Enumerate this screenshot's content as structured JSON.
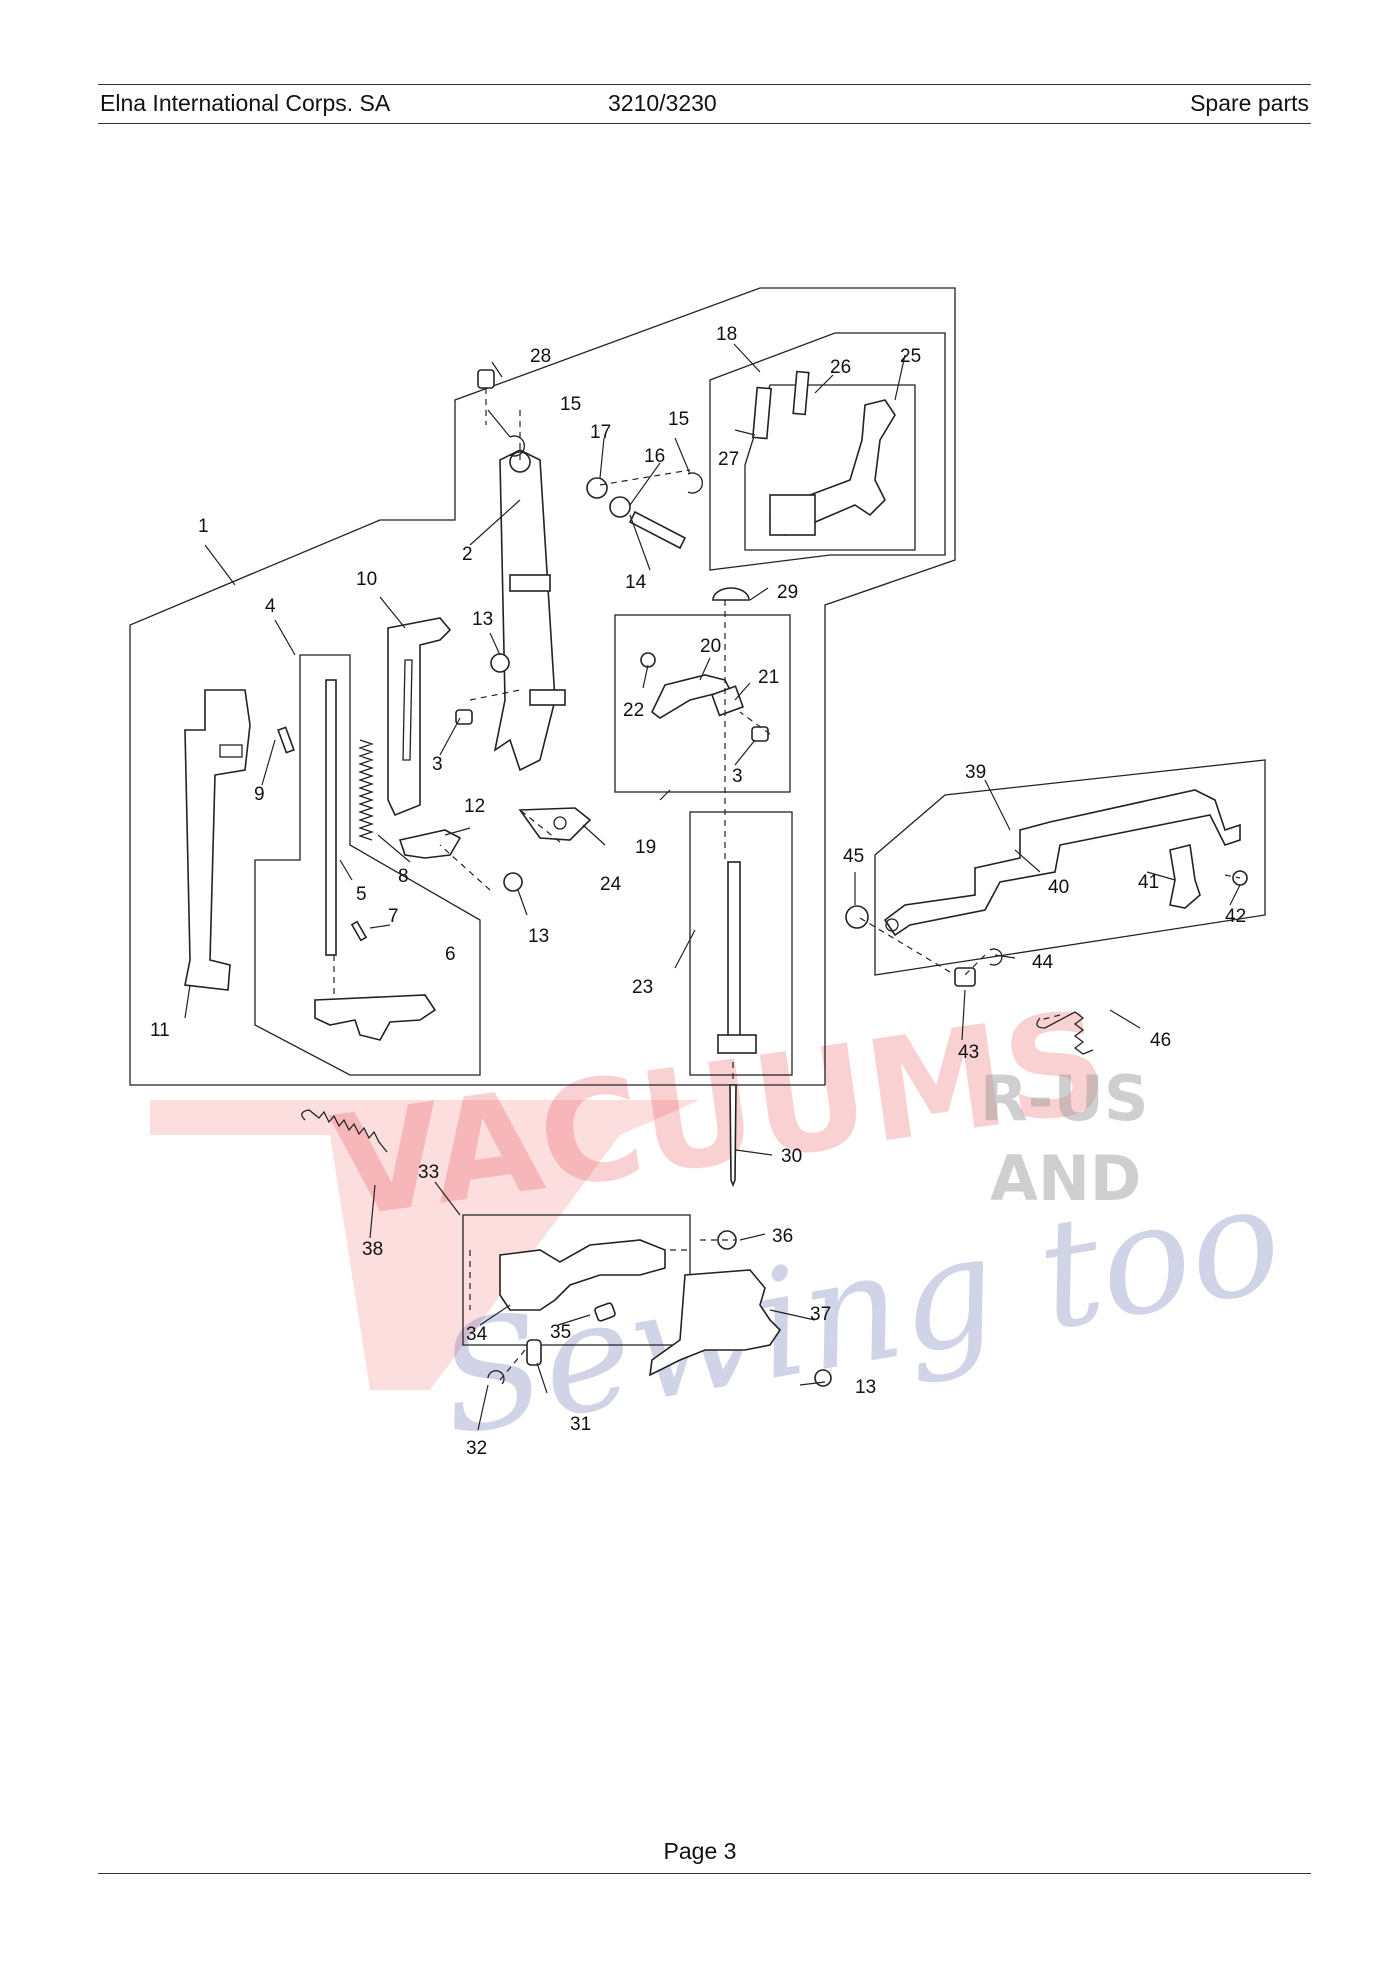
{
  "header": {
    "company": "Elna International Corps. SA",
    "model": "3210/3230",
    "section": "Spare parts"
  },
  "footer": {
    "page": "Page 3"
  },
  "watermark": {
    "brand": "VACUUMS",
    "tag_top": "R-US",
    "tag_mid": "AND",
    "script": "Sewing too",
    "colors": {
      "red": "#e8303a",
      "grey": "#8a8a8a",
      "blue": "#4a4fa0"
    }
  },
  "callouts": {
    "c1": "1",
    "c2": "2",
    "c3a": "3",
    "c3b": "3",
    "c4": "4",
    "c5": "5",
    "c6": "6",
    "c7": "7",
    "c8": "8",
    "c9": "9",
    "c10": "10",
    "c11": "11",
    "c12": "12",
    "c13a": "13",
    "c13b": "13",
    "c13c": "13",
    "c14": "14",
    "c15a": "15",
    "c15b": "15",
    "c16": "16",
    "c17": "17",
    "c18": "18",
    "c19": "19",
    "c20": "20",
    "c21": "21",
    "c22": "22",
    "c23": "23",
    "c24": "24",
    "c25": "25",
    "c26": "26",
    "c27": "27",
    "c28": "28",
    "c29": "29",
    "c30": "30",
    "c31": "31",
    "c32": "32",
    "c33": "33",
    "c34": "34",
    "c35": "35",
    "c36": "36",
    "c37": "37",
    "c38": "38",
    "c39": "39",
    "c40": "40",
    "c41": "41",
    "c42": "42",
    "c43": "43",
    "c44": "44",
    "c45": "45",
    "c46": "46"
  }
}
